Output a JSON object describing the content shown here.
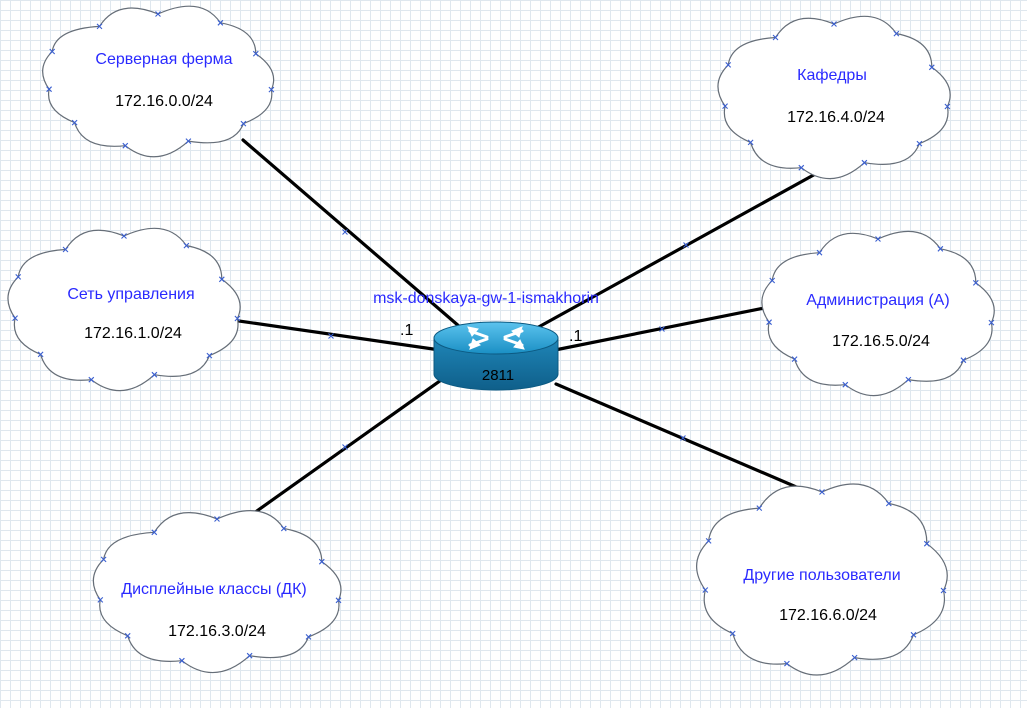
{
  "router": {
    "hostname": "msk-donskaya-gw-1-ismakhorin",
    "model": "2811",
    "left_interface": ".1",
    "right_interface": ".1"
  },
  "networks": [
    {
      "name": "Серверная ферма",
      "network": "172.16.0.0/24"
    },
    {
      "name": "Сеть управления",
      "network": "172.16.1.0/24"
    },
    {
      "name": "Дисплейные классы (ДК)",
      "network": "172.16.3.0/24"
    },
    {
      "name": "Кафедры",
      "network": "172.16.4.0/24"
    },
    {
      "name": "Администрация (А)",
      "network": "172.16.5.0/24"
    },
    {
      "name": "Другие пользователи",
      "network": "172.16.6.0/24"
    }
  ],
  "colors": {
    "label_blue": "#2a2aff",
    "router_body": "#1a8fc4",
    "link": "#000000",
    "grid": "#dfe7ee"
  }
}
